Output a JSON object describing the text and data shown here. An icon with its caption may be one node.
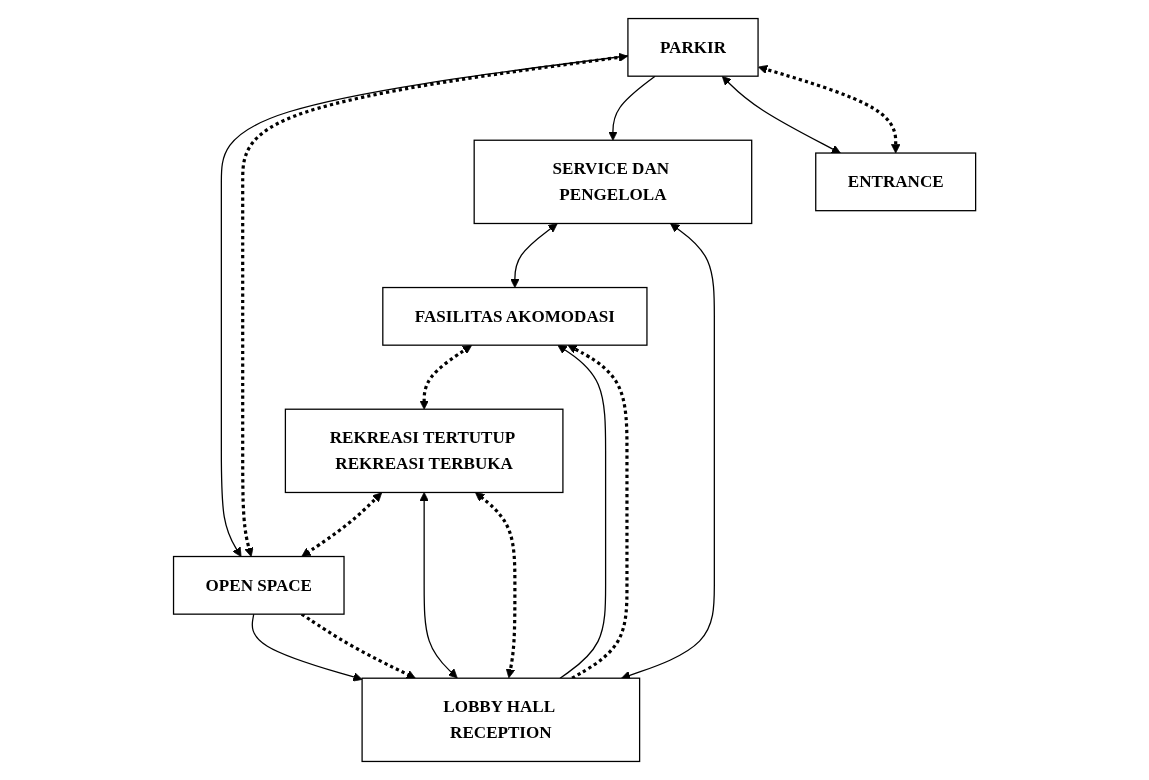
{
  "diagram": {
    "nodes": [
      {
        "text": [
          "FASILITAS AKOMODASI"
        ]
      },
      {
        "text": [
          "SERVICE DAN PENGELOLA"
        ]
      },
      {
        "text": [
          "LOBBY HALL RECEPTION"
        ]
      },
      {
        "text": [
          "REKREASI TERTUTUP REKREASI TERBUKA"
        ]
      },
      {
        "text": [
          "OPEN SPACE"
        ]
      },
      {
        "text": [
          "PARKIR"
        ]
      },
      {
        "text": [
          "ENTRANCE"
        ]
      }
    ],
    "edges": [
      {
        "from": 1,
        "to": 0,
        "arrow": "both"
      },
      {
        "from": 2,
        "to": 0,
        "arrow": "to"
      },
      {
        "from": 2,
        "to": 0,
        "arrow": "to",
        "style": "dashed"
      },
      {
        "from": 0,
        "to": 3,
        "arrow": "both",
        "style": "dashed"
      },
      {
        "from": 1,
        "to": 2,
        "arrow": "both"
      },
      {
        "from": 2,
        "to": 3,
        "arrow": "both"
      },
      {
        "from": 2,
        "to": 3,
        "arrow": "both",
        "style": "dashed"
      },
      {
        "from": 4,
        "to": 2,
        "arrow": "to"
      },
      {
        "from": 4,
        "to": 2,
        "arrow": "to",
        "style": "dashed"
      },
      {
        "from": 3,
        "to": 4,
        "arrow": "both",
        "style": "dashed"
      },
      {
        "from": 5,
        "to": 4,
        "arrow": "to"
      },
      {
        "from": 5,
        "to": 4,
        "arrow": "both",
        "style": "dashed"
      },
      {
        "from": 5,
        "to": 1,
        "arrow": "to"
      },
      {
        "from": 5,
        "to": 6,
        "arrow": "both"
      },
      {
        "from": 5,
        "to": 6,
        "arrow": "both",
        "style": "dashed"
      }
    ]
  }
}
